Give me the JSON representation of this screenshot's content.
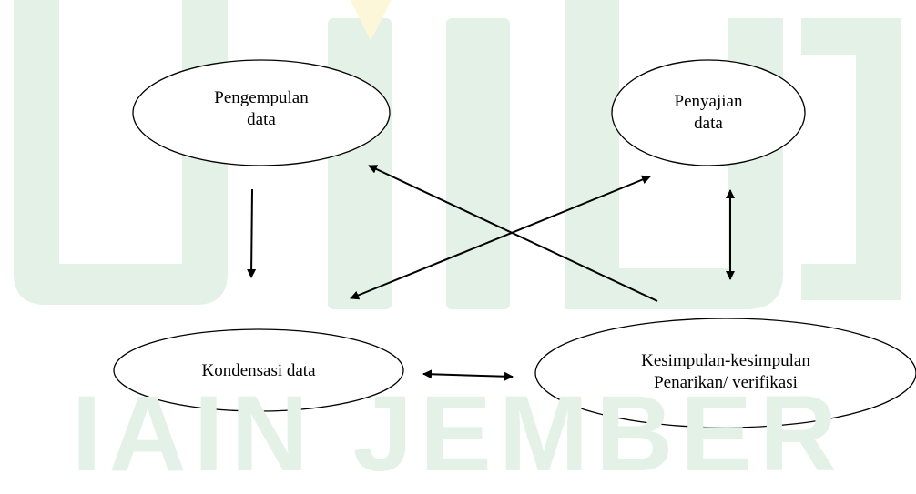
{
  "watermark": {
    "text": "IAIN JEMBER",
    "color_green": "#e3f1e7",
    "color_yellow": "#fdf7d9"
  },
  "nodes": {
    "pengumpulan": {
      "line1": "Pengempulan",
      "line2": "data"
    },
    "penyajian": {
      "line1": "Penyajian",
      "line2": "data"
    },
    "kondensasi": {
      "line1": "Kondensasi data"
    },
    "kesimpulan": {
      "line1": "Kesimpulan-kesimpulan",
      "line2": "Penarikan/ verifikasi"
    }
  },
  "colors": {
    "stroke": "#000000",
    "node_fill": "#ffffff"
  }
}
